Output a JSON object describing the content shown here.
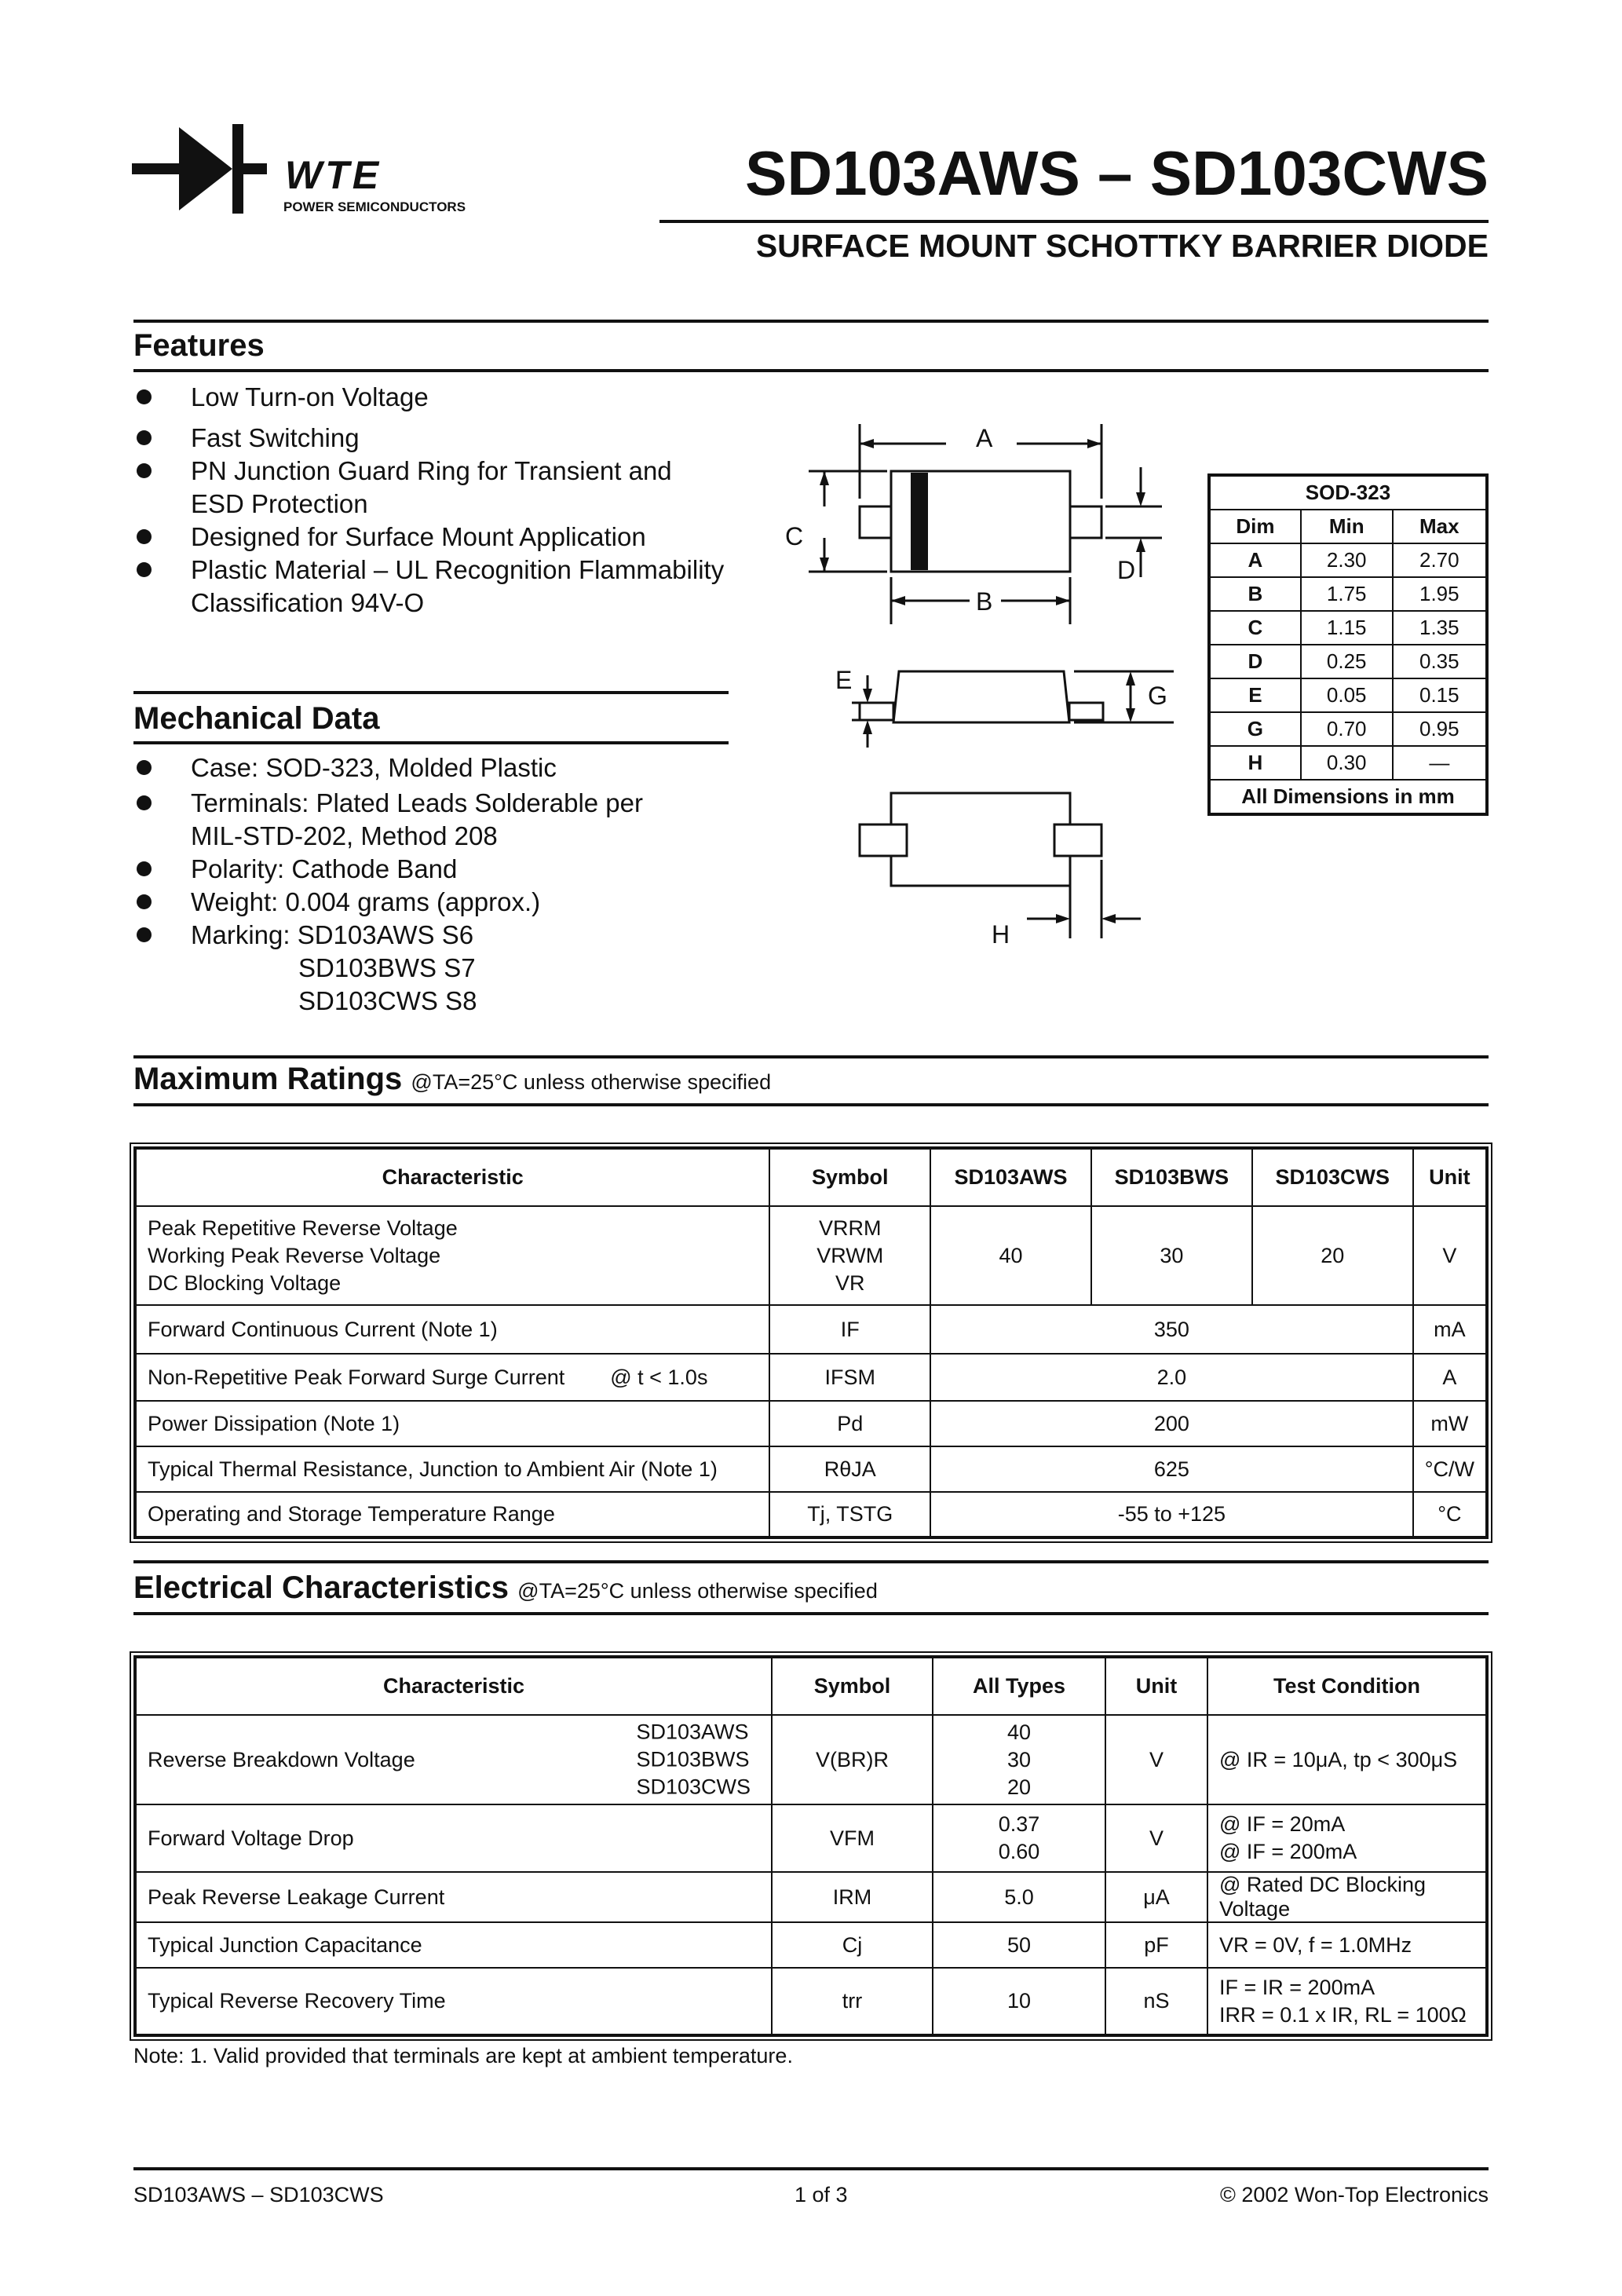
{
  "header": {
    "brand": "WTE",
    "brand_sub": "POWER SEMICONDUCTORS",
    "title": "SD103AWS – SD103CWS",
    "subtitle": "SURFACE MOUNT SCHOTTKY BARRIER DIODE"
  },
  "features": {
    "title": "Features",
    "items": [
      "Low Turn-on Voltage",
      "Fast Switching",
      "PN Junction Guard Ring for Transient and",
      "Designed for Surface Mount Application",
      "Plastic Material – UL Recognition Flammability"
    ],
    "item_cont": [
      "ESD Protection",
      "Classification 94V-O"
    ]
  },
  "mechanical": {
    "title": "Mechanical Data",
    "items": [
      "Case: SOD-323, Molded Plastic",
      "Terminals: Plated Leads Solderable per",
      "Polarity: Cathode Band",
      "Weight: 0.004 grams (approx.)",
      "Marking: SD103AWS  S6"
    ],
    "cont": [
      "MIL-STD-202, Method 208",
      "SD103BWS  S7",
      "SD103CWS  S8"
    ]
  },
  "diagram": {
    "labels": [
      "A",
      "B",
      "C",
      "D",
      "E",
      "G",
      "H"
    ]
  },
  "dimensions": {
    "package": "SOD-323",
    "headers": [
      "Dim",
      "Min",
      "Max"
    ],
    "rows": [
      [
        "A",
        "2.30",
        "2.70"
      ],
      [
        "B",
        "1.75",
        "1.95"
      ],
      [
        "C",
        "1.15",
        "1.35"
      ],
      [
        "D",
        "0.25",
        "0.35"
      ],
      [
        "E",
        "0.05",
        "0.15"
      ],
      [
        "G",
        "0.70",
        "0.95"
      ],
      [
        "H",
        "0.30",
        "—"
      ]
    ],
    "footer": "All Dimensions in mm"
  },
  "max_ratings": {
    "title": "Maximum Ratings",
    "cond": "@TA=25°C unless otherwise specified",
    "headers": [
      "Characteristic",
      "Symbol",
      "SD103AWS",
      "SD103BWS",
      "SD103CWS",
      "Unit"
    ],
    "row1": {
      "chars": [
        "Peak Repetitive Reverse Voltage",
        "Working Peak Reverse Voltage",
        "DC Blocking Voltage"
      ],
      "syms": [
        "VRRM",
        "VRWM",
        "VR"
      ],
      "vals": [
        "40",
        "30",
        "20"
      ],
      "unit": "V"
    },
    "rows": [
      {
        "char": "Forward Continuous Current (Note 1)",
        "sym": "IF",
        "val": "350",
        "unit": "mA"
      },
      {
        "char": "Non-Repetitive Peak Forward Surge Current",
        "note": "@ t < 1.0s",
        "sym": "IFSM",
        "val": "2.0",
        "unit": "A"
      },
      {
        "char": "Power Dissipation (Note 1)",
        "sym": "Pd",
        "val": "200",
        "unit": "mW"
      },
      {
        "char": "Typical Thermal Resistance, Junction to Ambient Air (Note 1)",
        "sym": "RθJA",
        "val": "625",
        "unit": "°C/W"
      },
      {
        "char": "Operating and Storage Temperature Range",
        "sym": "Tj, TSTG",
        "val": "-55 to +125",
        "unit": "°C"
      }
    ]
  },
  "elec": {
    "title": "Electrical Characteristics",
    "cond": "@TA=25°C unless otherwise specified",
    "headers": [
      "Characteristic",
      "Symbol",
      "All Types",
      "Unit",
      "Test Condition"
    ],
    "vbr": {
      "char": "Reverse Breakdown Voltage",
      "parts": [
        "SD103AWS",
        "SD103BWS",
        "SD103CWS"
      ],
      "sym": "V(BR)R",
      "vals": [
        "40",
        "30",
        "20"
      ],
      "unit": "V",
      "cond": "@ IR = 10μA, tp < 300μS"
    },
    "vfm": {
      "char": "Forward Voltage Drop",
      "sym": "VFM",
      "vals": [
        "0.37",
        "0.60"
      ],
      "unit": "V",
      "conds": [
        "@ IF = 20mA",
        "@ IF = 200mA"
      ]
    },
    "rows": [
      {
        "char": "Peak Reverse Leakage Current",
        "sym": "IRM",
        "val": "5.0",
        "unit": "μA",
        "cond": "@ Rated DC Blocking Voltage"
      },
      {
        "char": "Typical Junction Capacitance",
        "sym": "Cj",
        "val": "50",
        "unit": "pF",
        "cond": "VR = 0V, f = 1.0MHz"
      }
    ],
    "trr": {
      "char": "Typical Reverse Recovery Time",
      "sym": "trr",
      "val": "10",
      "unit": "nS",
      "conds": [
        "IF = IR = 200mA",
        "IRR = 0.1 x IR, RL = 100Ω"
      ]
    }
  },
  "note": "Note:  1. Valid provided that terminals are kept at ambient temperature.",
  "footer": {
    "left": "SD103AWS – SD103CWS",
    "center": "1 of 3",
    "right": "© 2002 Won-Top Electronics"
  }
}
